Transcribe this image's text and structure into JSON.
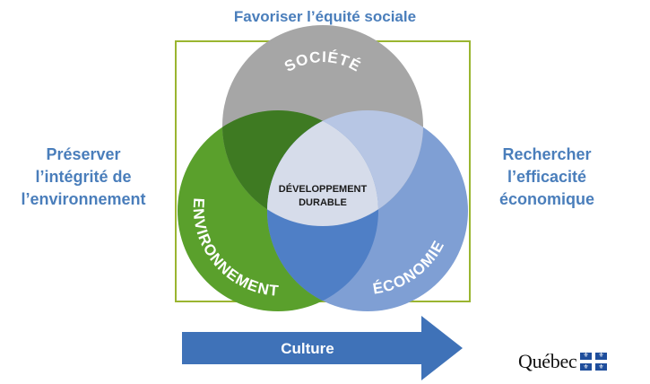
{
  "top_goal": "Favoriser l’équité sociale",
  "left_goal": [
    "Préserver",
    "l’intégrité de",
    "l’environnement"
  ],
  "right_goal": [
    "Rechercher",
    "l’efficacité",
    "économique"
  ],
  "circles": {
    "societe": "SOCIÉTÉ",
    "environnement": "ENVIRONNEMENT",
    "economie": "ÉCONOMIE",
    "center": [
      "DÉVELOPPEMENT",
      "DURABLE"
    ]
  },
  "arrow_label": "Culture",
  "logo": {
    "word": "Québec",
    "flag_icon": "quebec-flag-icon"
  },
  "colors": {
    "green": "#5aa02c",
    "gray": "#a6a6a6",
    "blue": "#7f9fd4",
    "frame": "#9ab530",
    "text_blue": "#4a7ebb",
    "arrow_blue": "#3f72b8"
  }
}
